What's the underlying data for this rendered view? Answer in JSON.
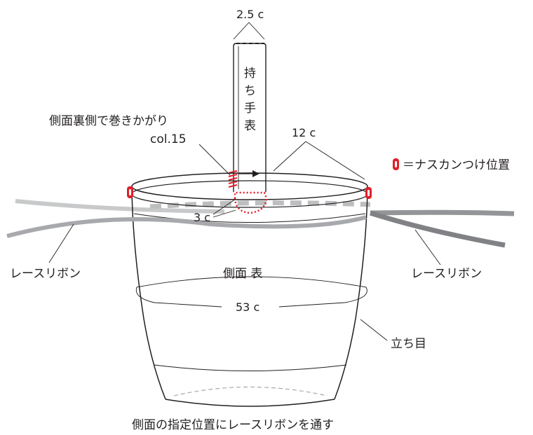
{
  "labels": {
    "handle_width": "2.5 c",
    "handle_text": [
      "持",
      "ち",
      "手",
      "表"
    ],
    "whipstitch_line1": "側面裏側で巻きかがり",
    "whipstitch_line2": "col.15",
    "rim_spacing": "12 c",
    "legend_text": "＝ナスカンつけ位置",
    "handle_overlap": "3 c",
    "ribbon_left": "レースリボン",
    "ribbon_right": "レースリボン",
    "side_face": "側面 表",
    "circumference": "53 c",
    "standing_row": "立ち目",
    "caption": "側面の指定位置にレースリボンを通す"
  },
  "colors": {
    "ink": "#231f20",
    "accent_red": "#e0202a",
    "ribbon_gray": "#bcbec0",
    "ribbon_dark": "#808285"
  }
}
